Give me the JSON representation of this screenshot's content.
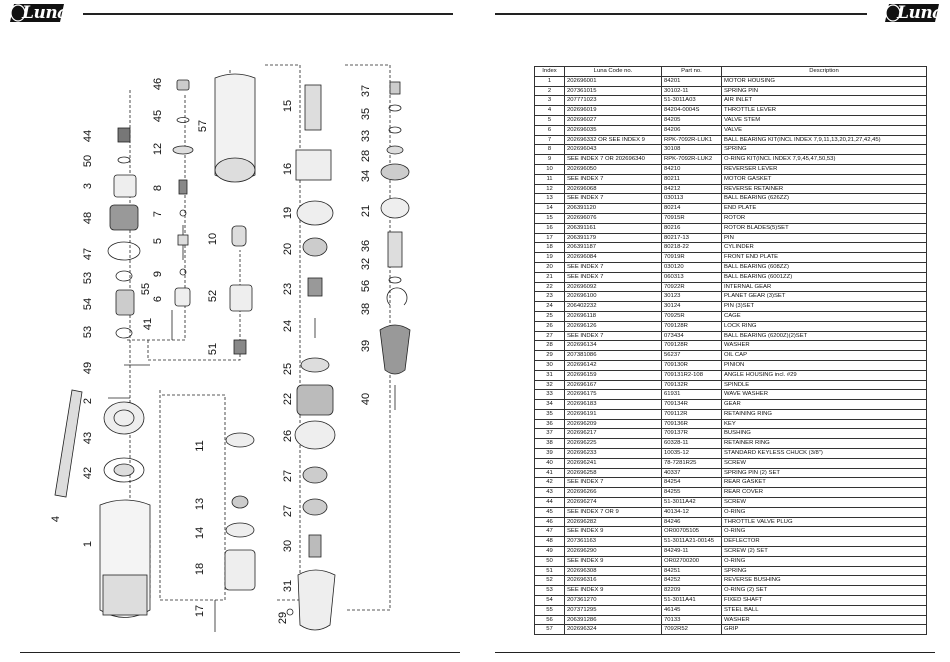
{
  "brand": {
    "logo_text": "Luna"
  },
  "diagram": {
    "callouts": [
      "46",
      "45",
      "12",
      "8",
      "7",
      "5",
      "9",
      "6",
      "44",
      "50",
      "3",
      "48",
      "47",
      "53",
      "54",
      "55",
      "53",
      "41",
      "49",
      "2",
      "43",
      "42",
      "4",
      "1",
      "57",
      "10",
      "52",
      "51",
      "11",
      "13",
      "14",
      "18",
      "17",
      "15",
      "16",
      "19",
      "20",
      "23",
      "24",
      "25",
      "22",
      "26",
      "27",
      "27",
      "30",
      "31",
      "29",
      "37",
      "35",
      "33",
      "28",
      "34",
      "21",
      "36",
      "32",
      "56",
      "38",
      "39",
      "40"
    ]
  },
  "table": {
    "headers": [
      "Index",
      "Luna Code no.",
      "Part no.",
      "Description"
    ],
    "rows": [
      [
        "1",
        "202696001",
        "84201",
        "MOTOR HOUSING"
      ],
      [
        "2",
        "207361015",
        "30102-11",
        "SPRING PIN"
      ],
      [
        "3",
        "207771023",
        "51-3011A03",
        "AIR INLET"
      ],
      [
        "4",
        "202696019",
        "84204-0004S",
        "THROTTLE LEVER"
      ],
      [
        "5",
        "202696027",
        "84205",
        "VALVE STEM"
      ],
      [
        "6",
        "202696035",
        "84206",
        "VALVE"
      ],
      [
        "7",
        "202696332 OR SEE INDEX 9",
        "RPK-7092R-LUK1",
        "BALL BEARING KIT(INCL INDEX 7,9,11,13,20,21,27,42,45)"
      ],
      [
        "8",
        "202696043",
        "30108",
        "SPRING"
      ],
      [
        "9",
        "SEE INDEX 7 OR 202696340",
        "RPK-7092R-LUK2",
        "O-RING KIT(INCL INDEX 7,9,45,47,50,53)"
      ],
      [
        "10",
        "202696050",
        "84210",
        "REVERSER LEVER"
      ],
      [
        "11",
        "SEE INDEX 7",
        "80211",
        "MOTOR GASKET"
      ],
      [
        "12",
        "202696068",
        "84212",
        "REVERSE RETAINER"
      ],
      [
        "13",
        "SEE INDEX 7",
        "030113",
        "BALL BEARING (626ZZ)"
      ],
      [
        "14",
        "206391120",
        "80214",
        "END PLATE"
      ],
      [
        "15",
        "202696076",
        "70915R",
        "ROTOR"
      ],
      [
        "16",
        "206391161",
        "80216",
        "ROTOR BLADES(5)SET"
      ],
      [
        "17",
        "206391179",
        "80217-13",
        "PIN"
      ],
      [
        "18",
        "206391187",
        "80218-22",
        "CYLINDER"
      ],
      [
        "19",
        "202696084",
        "70919R",
        "FRONT END PLATE"
      ],
      [
        "20",
        "SEE INDEX 7",
        "030120",
        "BALL BEARING (608ZZ)"
      ],
      [
        "21",
        "SEE INDEX 7",
        "060313",
        "BALL BEARING (6001ZZ)"
      ],
      [
        "22",
        "202696092",
        "70922R",
        "INTERNAL GEAR"
      ],
      [
        "23",
        "202696100",
        "30123",
        "PLANET GEAR (3)SET"
      ],
      [
        "24",
        "206402232",
        "30124",
        "PIN (3)SET"
      ],
      [
        "25",
        "202696118",
        "70925R",
        "CAGE"
      ],
      [
        "26",
        "202696126",
        "709128R",
        "LOCK RING"
      ],
      [
        "27",
        "SEE INDEX 7",
        "073434",
        "BALL BEARING (6200Z)(2)SET"
      ],
      [
        "28",
        "202696134",
        "709128R",
        "WASHER"
      ],
      [
        "29",
        "207381086",
        "56237",
        "OIL CAP"
      ],
      [
        "30",
        "202696142",
        "709130R",
        "PINION"
      ],
      [
        "31",
        "202696159",
        "709131R2-108",
        "ANGLE HOUSING  incl. #29"
      ],
      [
        "32",
        "202696167",
        "709132R",
        "SPINDLE"
      ],
      [
        "33",
        "202696175",
        "61931",
        "WAVE WASHER"
      ],
      [
        "34",
        "202696183",
        "709134R",
        "GEAR"
      ],
      [
        "35",
        "202696191",
        "709112R",
        "RETAINING RING"
      ],
      [
        "36",
        "202696209",
        "709136R",
        "KEY"
      ],
      [
        "37",
        "202696217",
        "709137R",
        "BUSHING"
      ],
      [
        "38",
        "202696225",
        "60328-11",
        "RETAINER RING"
      ],
      [
        "39",
        "202696233",
        "10035-12",
        "STANDARD KEYLESS CHUCK (3/8\")"
      ],
      [
        "40",
        "202696241",
        "78-7281R25",
        "SCREW"
      ],
      [
        "41",
        "202696258",
        "40337",
        "SPRING PIN (2) SET"
      ],
      [
        "42",
        "SEE INDEX 7",
        "84254",
        "REAR GASKET"
      ],
      [
        "43",
        "202696266",
        "84255",
        "REAR COVER"
      ],
      [
        "44",
        "202696274",
        "51-3011A42",
        "SCREW"
      ],
      [
        "45",
        "SEE INDEX 7 OR 9",
        "40134-12",
        "O-RING"
      ],
      [
        "46",
        "202696282",
        "84246",
        "THROTTLE VALVE PLUG"
      ],
      [
        "47",
        "SEE INDEX 9",
        "OR00705105",
        "O-RING"
      ],
      [
        "48",
        "207361163",
        "51-3011A21-00145",
        "DEFLECTOR"
      ],
      [
        "49",
        "202696290",
        "84249-11",
        "SCREW  (2) SET"
      ],
      [
        "50",
        "SEE INDEX 9",
        "OR02700200",
        "O-RING"
      ],
      [
        "51",
        "202696308",
        "84251",
        "SPRING"
      ],
      [
        "52",
        "202696316",
        "84252",
        "REVERSE BUSHING"
      ],
      [
        "53",
        "SEE INDEX 9",
        "82209",
        "O-RING (2) SET"
      ],
      [
        "54",
        "207361270",
        "51-3011A41",
        "FIXED SHAFT"
      ],
      [
        "55",
        "207371295",
        "46145",
        "STEEL BALL"
      ],
      [
        "56",
        "206391286",
        "70133",
        "WASHER"
      ],
      [
        "57",
        "202696324",
        "7092R52",
        "GRIP"
      ]
    ]
  }
}
